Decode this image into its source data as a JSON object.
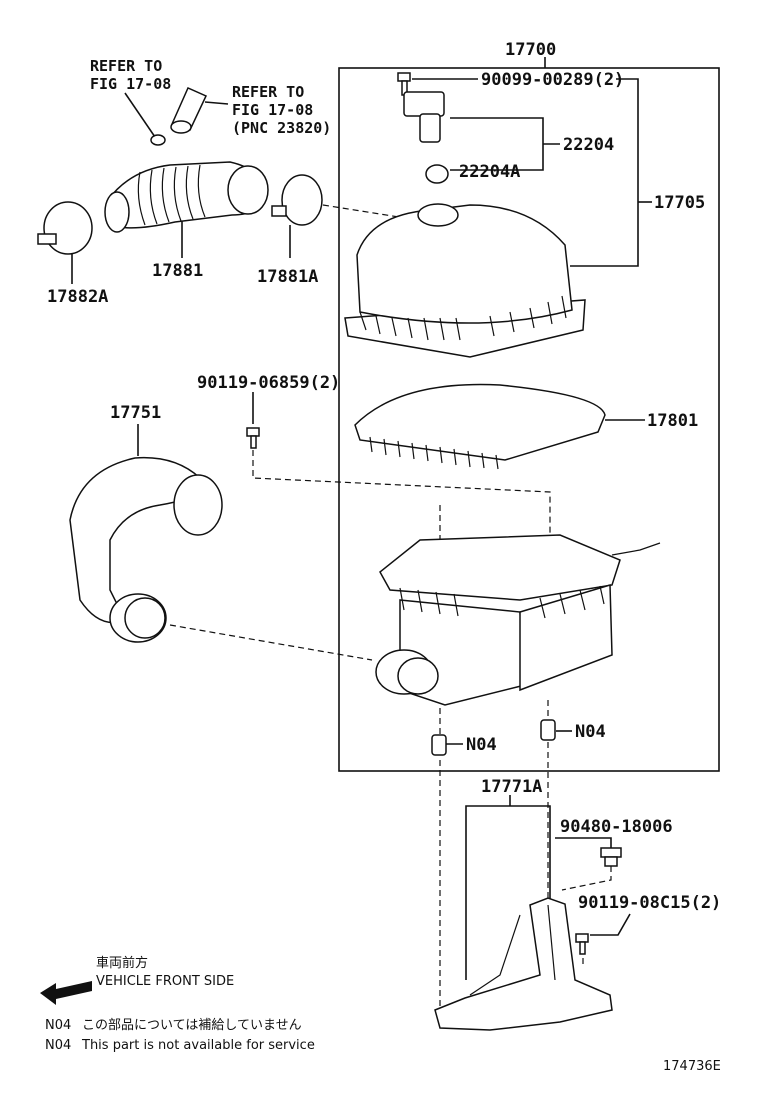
{
  "diagram": {
    "labels": {
      "assy": "17700",
      "bolt_top": "90099-00289(2)",
      "sensor": "22204",
      "sensor_seal": "22204A",
      "cap": "17705",
      "filter": "17801",
      "hose": "17881",
      "clamp_a": "17881A",
      "clamp_b": "17882A",
      "screw_mid": "90119-06859(2)",
      "inlet": "17751",
      "bracket": "17771A",
      "grommet": "90480-18006",
      "bolt_bracket": "90119-08C15(2)",
      "n04_left": "N04",
      "n04_right": "N04"
    },
    "refer1": {
      "line1": "REFER TO",
      "line2": "FIG 17-08"
    },
    "refer2": {
      "line1": "REFER TO",
      "line2": "FIG 17-08",
      "line3": "(PNC 23820)"
    },
    "front": {
      "jp": "車両前方",
      "en": "VEHICLE FRONT SIDE"
    },
    "notes": {
      "jp_code": "N04",
      "jp_text": "この部品については補給していません",
      "en_code": "N04",
      "en_text": "This part is not available for service"
    },
    "fig_id": "174736E"
  }
}
